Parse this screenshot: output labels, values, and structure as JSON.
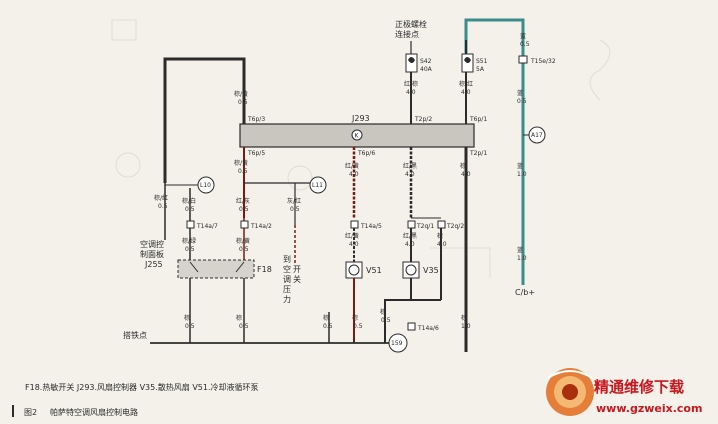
{
  "colors": {
    "background": "#f3f1ea",
    "wire": "#2b2b2b",
    "wire_red": "#7a1a14",
    "wire_teal": "#3b8c8c",
    "module_fill": "#c9c6c0",
    "logo_orange": "#e06a1a",
    "site_red": "#c8171f"
  },
  "top": {
    "positive_line_label": "正极螺栓连接点"
  },
  "module": {
    "name": "J293",
    "symbol": "K"
  },
  "fuses": {
    "s42": {
      "name": "S42",
      "rating": "40A"
    },
    "s51": {
      "name": "S51",
      "rating": "5A"
    }
  },
  "connector_t15": {
    "label": "T15e/32",
    "wire_color": "蓝",
    "wire_size": "0.5"
  },
  "pins": {
    "t6p3": "T6p/3",
    "t2p2": "T2p/2",
    "t6p1": "T6p/1",
    "t6p5": "T6p/5",
    "t6p6": "T6p/6",
    "t2p1": "T2p/1",
    "t14a2": "T14a/2",
    "t14a7": "T14a/7",
    "t14a5": "T14a/5",
    "t14a6": "T14a/6",
    "t2q1": "T2q/1",
    "t2q2": "T2q/2"
  },
  "wires": {
    "w1": {
      "color": "棕/黄",
      "size": "0.5"
    },
    "w2": {
      "color": "红/棕",
      "size": "4.0"
    },
    "w3": {
      "color": "棕/红",
      "size": "4.0"
    },
    "w4": {
      "color": "蓝",
      "size": "0.5"
    },
    "w5": {
      "color": "棕/黄",
      "size": "0.5"
    },
    "w6": {
      "color": "红/黄",
      "size": "4.0"
    },
    "w7": {
      "color": "红/黑",
      "size": "4.0"
    },
    "w8": {
      "color": "棕",
      "size": "4.0"
    },
    "w9": {
      "color": "蓝",
      "size": "1.0"
    },
    "w10": {
      "color": "棕/红",
      "size": "0.5"
    },
    "w11": {
      "color": "棕/白",
      "size": "0.5"
    },
    "w12": {
      "color": "红/灰",
      "size": "0.5"
    },
    "w13": {
      "color": "灰/红",
      "size": "0.5"
    },
    "w14": {
      "color": "棕/绿",
      "size": "0.5"
    },
    "w15": {
      "color": "棕/黄",
      "size": "0.5"
    },
    "w16": {
      "color": "棕",
      "size": "0.5"
    },
    "w17": {
      "color": "棕",
      "size": "0.5"
    },
    "w18": {
      "color": "红/黄",
      "size": "4.0"
    },
    "w19": {
      "color": "红/黑",
      "size": "4.0"
    },
    "w20": {
      "color": "棕",
      "size": "4.0"
    },
    "w21": {
      "color": "棕",
      "size": "0.5"
    },
    "w22": {
      "color": "棕",
      "size": "0.5"
    },
    "w23": {
      "color": "棕",
      "size": "0.5"
    },
    "w24": {
      "color": "棕",
      "size": "1.0"
    },
    "w25": {
      "color": "蓝",
      "size": "1.0"
    }
  },
  "markers": {
    "l10": "L10",
    "l11": "L11",
    "a17": "A17",
    "n159": "159"
  },
  "labels": {
    "j255": "空调控制面板 J255",
    "f18": "F18",
    "pressure_switch": "到空调压力开关",
    "v51": "V51",
    "v35": "V35",
    "ground": "搭铁点",
    "cb_plus": "C/b+"
  },
  "legend": "F18.热敏开关  J293.风扇控制器  V35.散热风扇  V51.冷却液循环泵",
  "caption": {
    "fig": "图2",
    "title": "帕萨特空调风扇控制电路"
  },
  "watermark": {
    "cn": "精通维修下载",
    "url": "www.gzweix.com"
  }
}
